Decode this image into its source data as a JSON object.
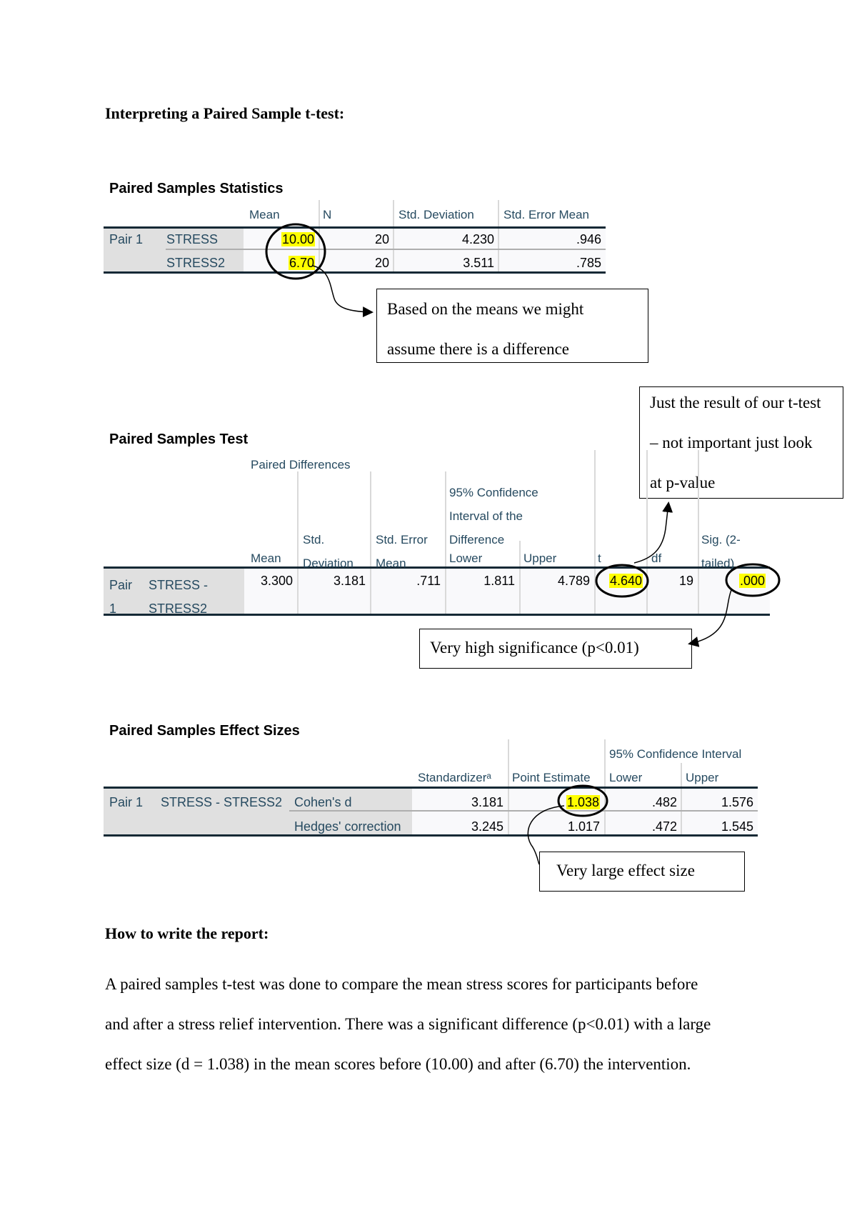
{
  "heading": "Interpreting a Paired Sample t-test:",
  "stats": {
    "title": "Paired Samples Statistics",
    "headers": [
      "Mean",
      "N",
      "Std. Deviation",
      "Std. Error Mean"
    ],
    "pair": "Pair 1",
    "rows": [
      {
        "label": "STRESS",
        "mean": "10.00",
        "n": "20",
        "sd": "4.230",
        "sem": ".946"
      },
      {
        "label": "STRESS2",
        "mean": "6.70",
        "n": "20",
        "sd": "3.511",
        "sem": ".785"
      }
    ]
  },
  "note_means": {
    "line1": "Based on the means we might",
    "line2": "assume there is a difference"
  },
  "note_ttest": {
    "line1": "Just the result of our t-test",
    "line2": "– not important just look",
    "line3": "at p-value"
  },
  "test": {
    "title": "Paired Samples Test",
    "group_header": "Paired Differences",
    "ci_header": [
      "95% Confidence",
      "Interval of the",
      "Difference"
    ],
    "std_dev_header": [
      "Std.",
      "Deviation"
    ],
    "std_err_header": [
      "Std. Error",
      "Mean"
    ],
    "mean_header": "Mean",
    "lower_header": "Lower",
    "upper_header": "Upper",
    "t_header": "t",
    "df_header": "df",
    "sig_header": [
      "Sig. (2-",
      "tailed)"
    ],
    "pair": [
      "Pair",
      "1"
    ],
    "label": [
      "STRESS -",
      "STRESS2"
    ],
    "values": {
      "mean": "3.300",
      "sd": "3.181",
      "sem": ".711",
      "lower": "1.811",
      "upper": "4.789",
      "t": "4.640",
      "df": "19",
      "sig": ".000"
    }
  },
  "note_sig": "Very high significance (p<0.01)",
  "effect": {
    "title": "Paired Samples Effect Sizes",
    "ci_header": "95% Confidence Interval",
    "headers": [
      "Standardizerᵃ",
      "Point Estimate",
      "Lower",
      "Upper"
    ],
    "pair": "Pair 1",
    "label": "STRESS - STRESS2",
    "rows": [
      {
        "measure": "Cohen's d",
        "standardizer": "3.181",
        "point": "1.038",
        "lower": ".482",
        "upper": "1.576"
      },
      {
        "measure": "Hedges' correction",
        "standardizer": "3.245",
        "point": "1.017",
        "lower": ".472",
        "upper": "1.545"
      }
    ]
  },
  "note_effect": "Very large effect size",
  "report_heading": "How to write the report:",
  "report_lines": [
    "A paired samples t-test was done to compare the mean stress scores for participants before",
    "and after a stress relief intervention. There was a significant difference (p<0.01) with a large",
    "effect size (d = 1.038) in the mean scores before (10.00) and after (6.70) the intervention."
  ]
}
